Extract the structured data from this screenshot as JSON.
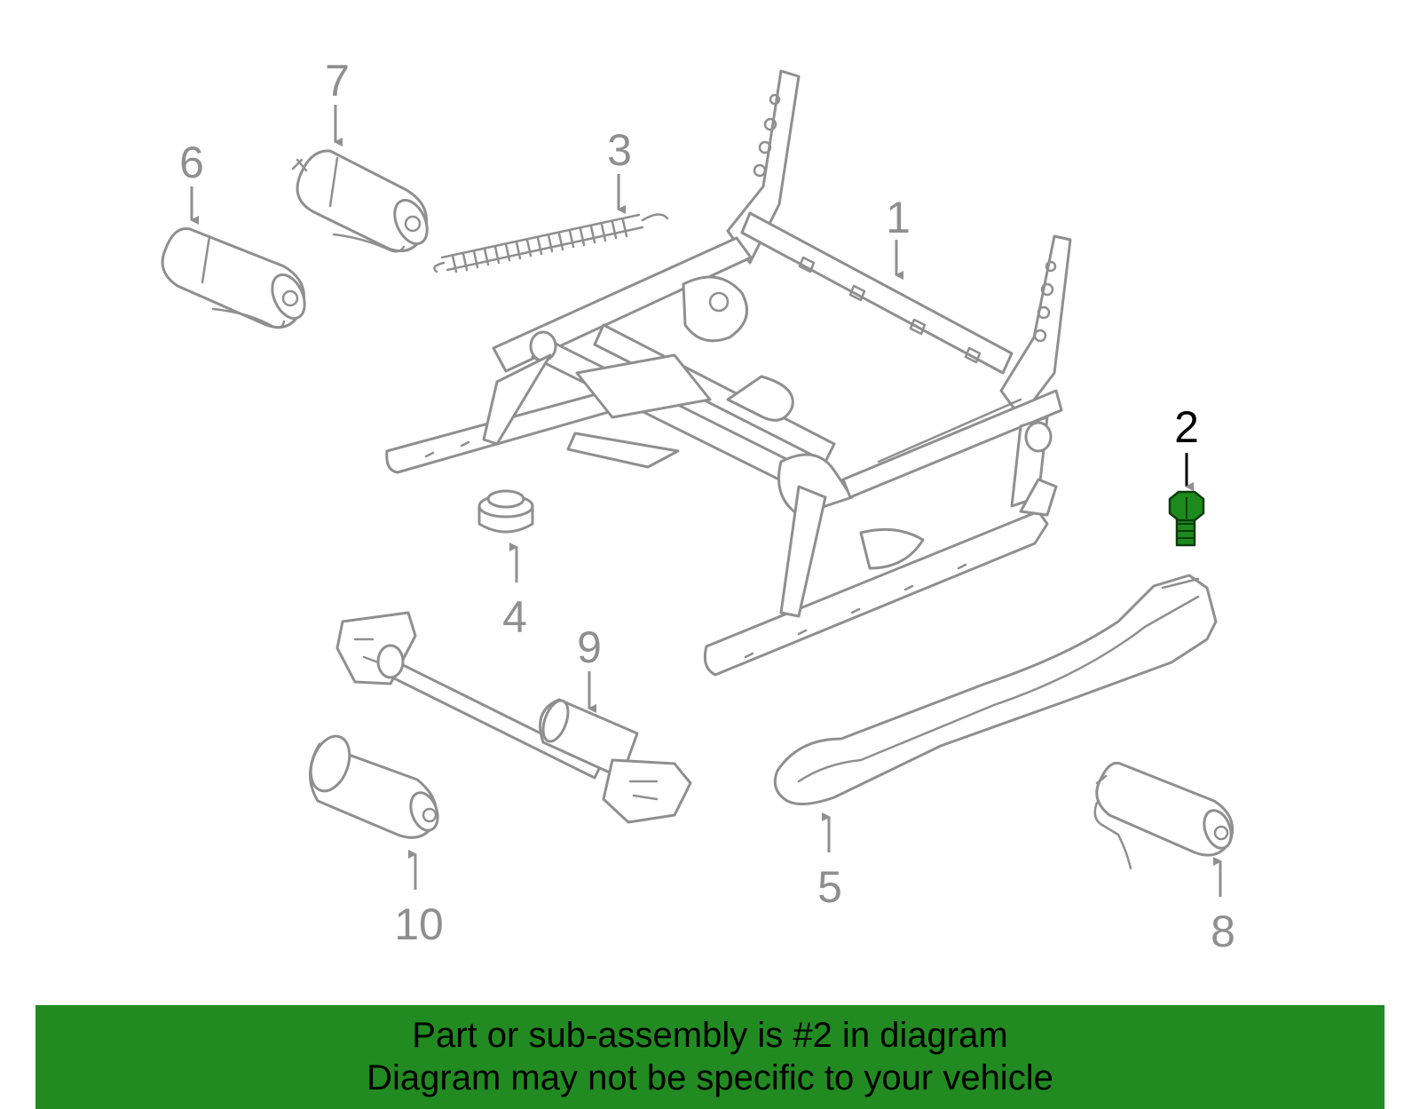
{
  "diagram": {
    "highlight_callout": "2",
    "highlight_color": "#218b21",
    "line_color": "#8f8f8f",
    "callouts": [
      {
        "id": "1",
        "label": "1"
      },
      {
        "id": "2",
        "label": "2"
      },
      {
        "id": "3",
        "label": "3"
      },
      {
        "id": "4",
        "label": "4"
      },
      {
        "id": "5",
        "label": "5"
      },
      {
        "id": "6",
        "label": "6"
      },
      {
        "id": "7",
        "label": "7"
      },
      {
        "id": "8",
        "label": "8"
      },
      {
        "id": "9",
        "label": "9"
      },
      {
        "id": "10",
        "label": "10"
      }
    ]
  },
  "footer": {
    "line1": "Part or sub-assembly is #2 in diagram",
    "line2": "Diagram may not be specific to your vehicle",
    "background": "#218b21"
  }
}
